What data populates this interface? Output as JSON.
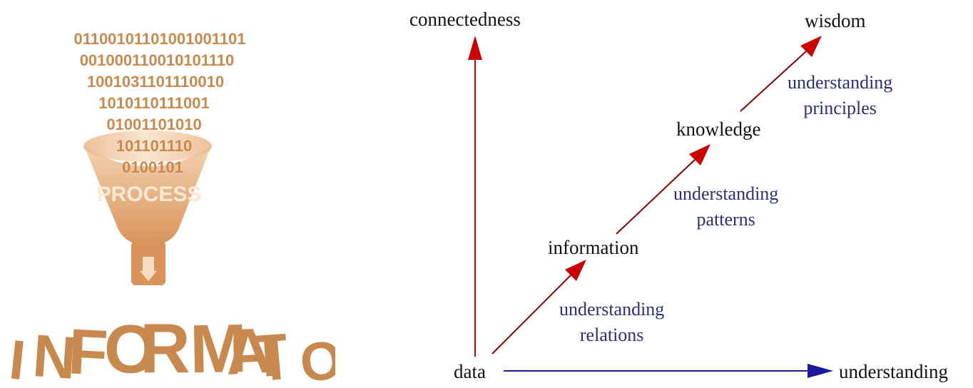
{
  "funnel": {
    "binary_lines": [
      "01100101101001001101",
      "001000110010101110",
      "1001031101110010",
      "1010110111001",
      "01001101010",
      "101101110",
      "0100101"
    ],
    "process_label": "PROCESS",
    "output_label": "INFORMATION",
    "color": "#c8894e"
  },
  "diagram": {
    "axes": {
      "y_label": "connectedness",
      "x_label": "understanding",
      "origin_label": "data",
      "y_color": "#cc0000",
      "x_color": "#1a1aa0"
    },
    "nodes": {
      "information": "information",
      "knowledge": "knowledge",
      "wisdom": "wisdom"
    },
    "transitions": [
      {
        "line1": "understanding",
        "line2": "relations"
      },
      {
        "line1": "understanding",
        "line2": "patterns"
      },
      {
        "line1": "understanding",
        "line2": "principles"
      }
    ],
    "arrow_color": "#cc0000",
    "transition_text_color": "#2d2d7a"
  }
}
